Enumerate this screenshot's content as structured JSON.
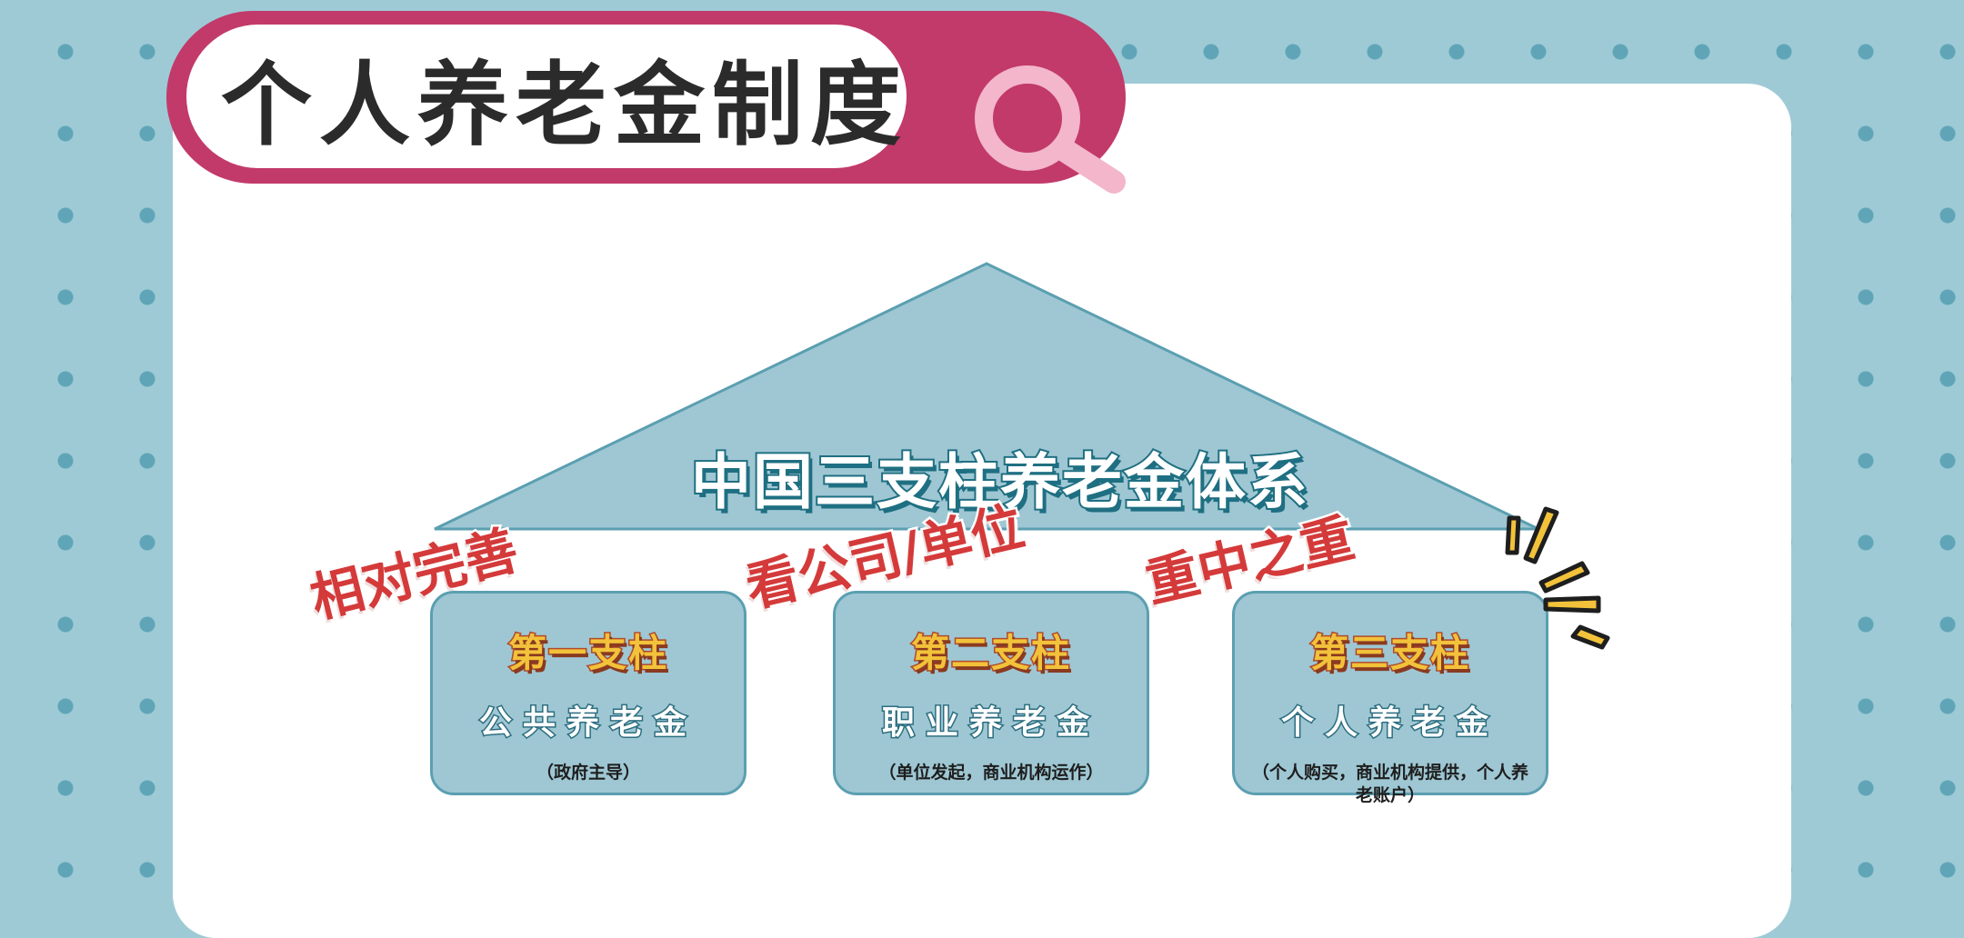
{
  "header": {
    "title": "个人养老金制度"
  },
  "diagram": {
    "roof_title": "中国三支柱养老金体系",
    "pillars": [
      {
        "name": "第一支柱",
        "type": "公共养老金",
        "note": "（政府主导）",
        "tag": "相对完善"
      },
      {
        "name": "第二支柱",
        "type": "职业养老金",
        "note": "（单位发起，商业机构运作）",
        "tag": "看公司/单位"
      },
      {
        "name": "第三支柱",
        "type": "个人养老金",
        "note": "（个人购买，商业机构提供，个人养老账户）",
        "tag": "重中之重"
      }
    ]
  },
  "colors": {
    "background": "#9ecad6",
    "title_pill": "#c23a6a",
    "roof": "#9ec7d3",
    "tag_red": "#d43a3a",
    "pillar_name_gold": "#f2c23a"
  },
  "icons": [
    "magnifier-icon",
    "sparkle-lines-icon"
  ]
}
